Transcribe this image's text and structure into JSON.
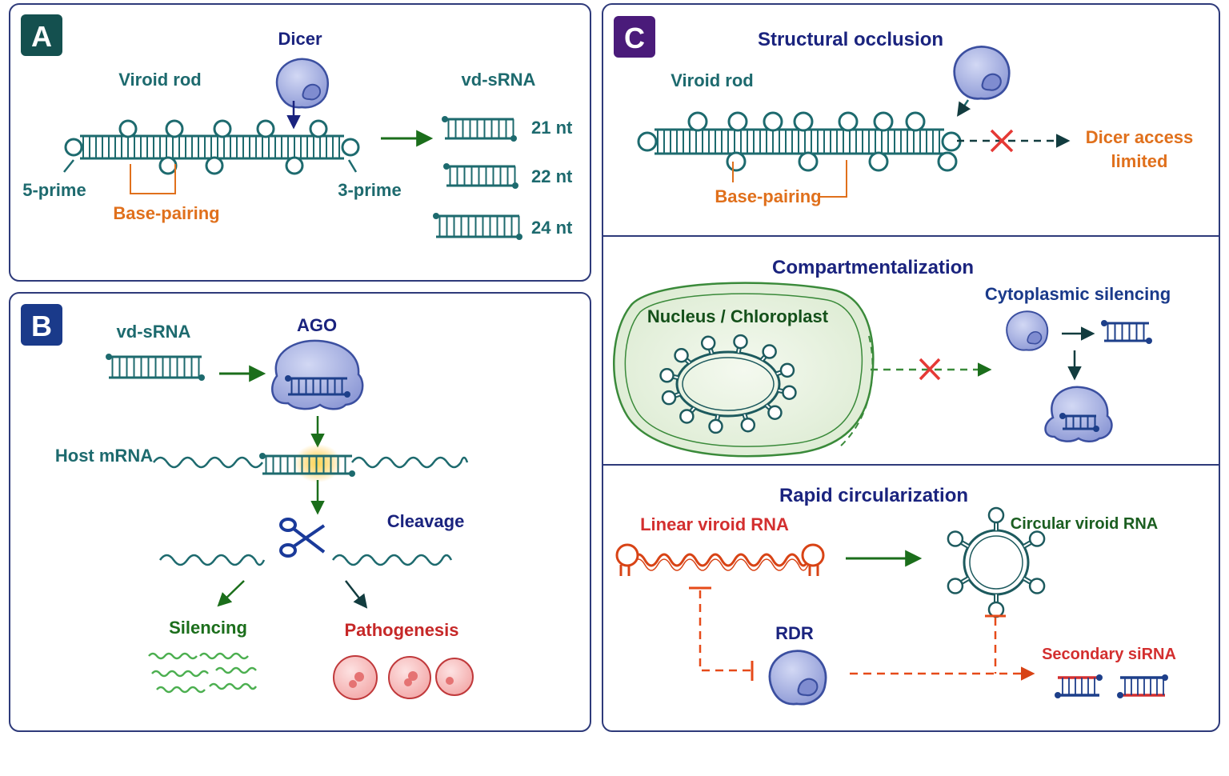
{
  "colors": {
    "teal": "#1d6a6e",
    "navy": "#1a237e",
    "green": "#1b6e1b",
    "orange": "#e0701c",
    "red": "#d32f2f",
    "purple": "#4a1b7a",
    "protein": "#aab4e6",
    "panel_border": "#2e3a7a"
  },
  "panel_a": {
    "badge": "A",
    "dicer": "Dicer",
    "viroid_rod": "Viroid rod",
    "five_prime": "5-prime",
    "three_prime": "3-prime",
    "base_pairing": "Base-pairing",
    "vd_srna": "vd-sRNA",
    "lengths": [
      "21 nt",
      "22 nt",
      "24 nt"
    ]
  },
  "panel_b": {
    "badge": "B",
    "vd_srna": "vd-sRNA",
    "ago": "AGO",
    "host_mrna": "Host mRNA",
    "cleavage": "Cleavage",
    "silencing": "Silencing",
    "pathogenesis": "Pathogenesis"
  },
  "panel_c": {
    "badge": "C",
    "occlusion": {
      "title": "Structural occlusion",
      "viroid_rod": "Viroid rod",
      "base_pairing": "Base-pairing",
      "dicer_access_1": "Dicer access",
      "dicer_access_2": "limited"
    },
    "compartment": {
      "title": "Compartmentalization",
      "nucleus": "Nucleus / Chloroplast",
      "cytoplasmic": "Cytoplasmic silencing"
    },
    "circularization": {
      "title": "Rapid circularization",
      "linear": "Linear viroid RNA",
      "circular": "Circular viroid RNA",
      "rdr": "RDR",
      "secondary": "Secondary siRNA"
    }
  }
}
